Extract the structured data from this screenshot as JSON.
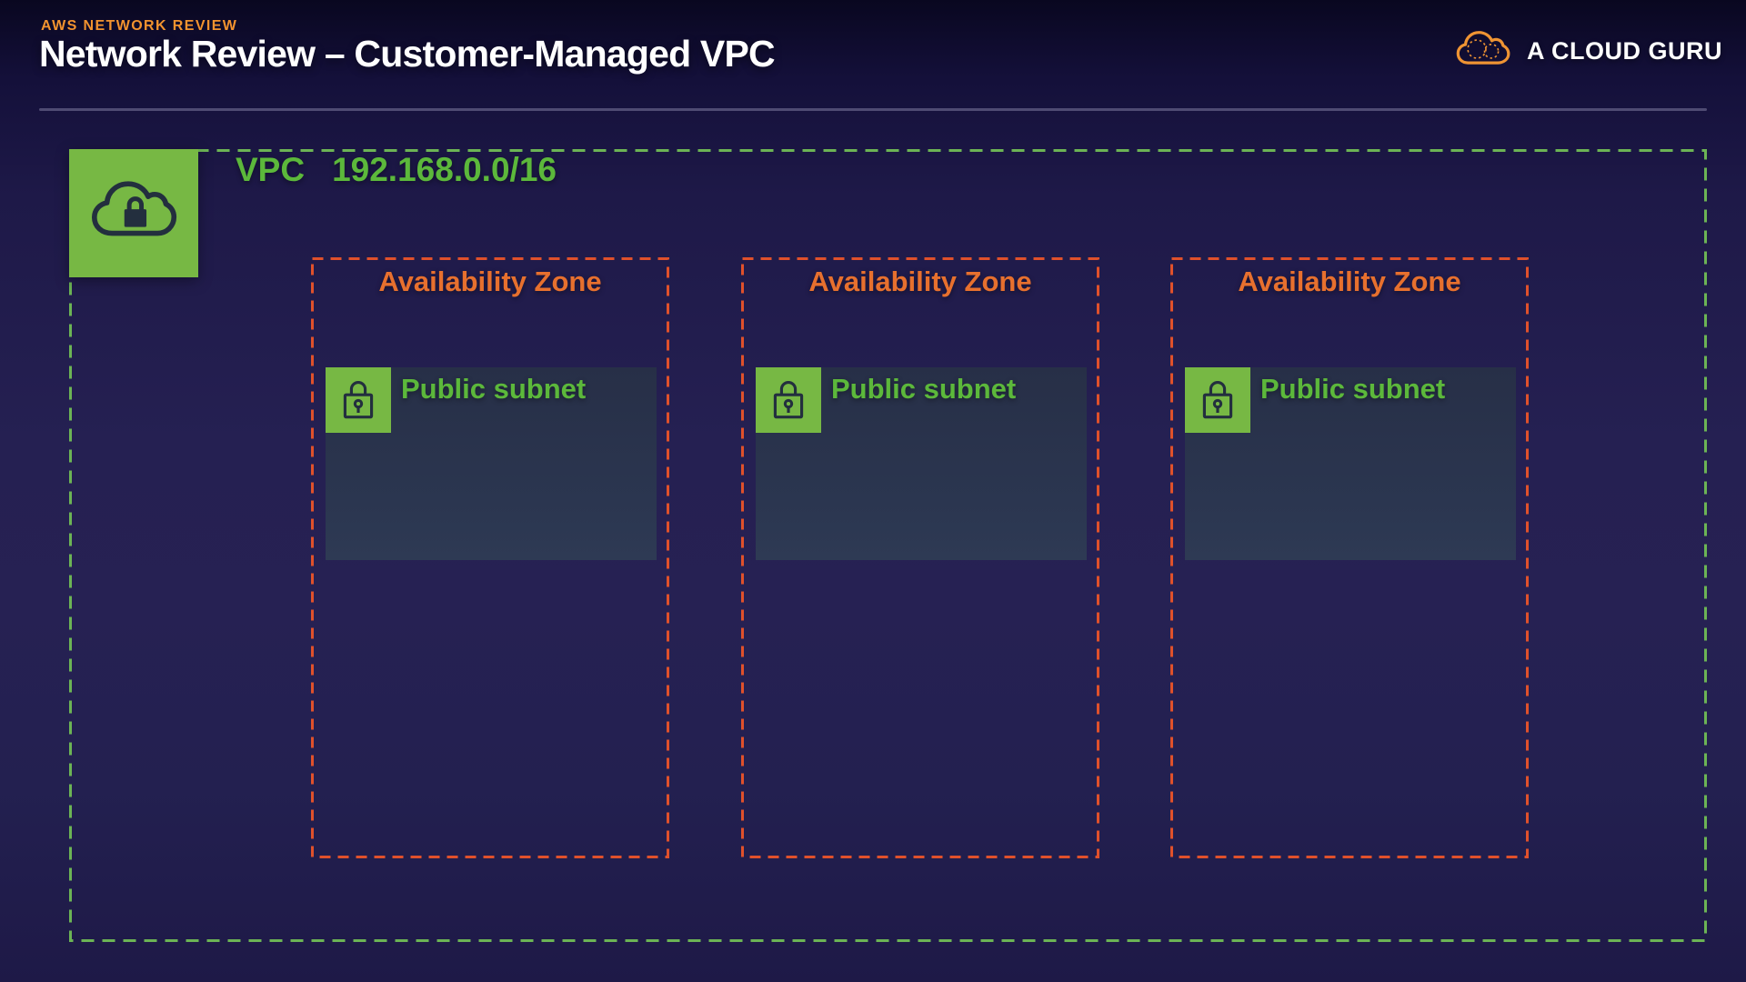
{
  "header": {
    "eyebrow": "AWS NETWORK REVIEW",
    "title": "Network Review – Customer-Managed VPC"
  },
  "brand": {
    "name": "A CLOUD GURU",
    "logo_icon": "cloud-logo-icon"
  },
  "diagram": {
    "vpc": {
      "label": "VPC",
      "cidr": "192.168.0.0/16",
      "icon": "vpc-cloud-lock-icon"
    },
    "availability_zones": [
      {
        "label": "Availability Zone",
        "subnets": [
          {
            "label": "Public subnet",
            "icon": "padlock-keyhole-icon"
          }
        ]
      },
      {
        "label": "Availability Zone",
        "subnets": [
          {
            "label": "Public subnet",
            "icon": "padlock-keyhole-icon"
          }
        ]
      },
      {
        "label": "Availability Zone",
        "subnets": [
          {
            "label": "Public subnet",
            "icon": "padlock-keyhole-icon"
          }
        ]
      }
    ]
  },
  "colors": {
    "background_top": "#090720",
    "background_mid": "#262153",
    "green_text": "#5cb83b",
    "green_icon_bg": "#77b844",
    "green_border": "#6cb455",
    "orange_text": "#e7702e",
    "orange_border": "#e0512b",
    "orange_eyebrow": "#f2932f",
    "icon_stroke": "#232f3e",
    "brand_orange": "#ef9433",
    "subnet_fill": "#2b3650",
    "divider": "#4f4b73"
  }
}
